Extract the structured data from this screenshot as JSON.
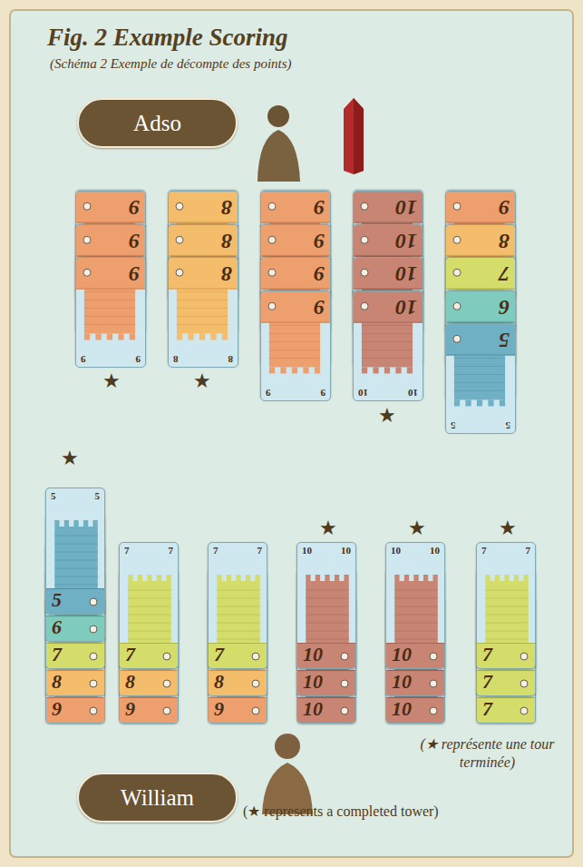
{
  "diagram": {
    "title": "Fig. 2 Example Scoring",
    "nodes": [
      {
        "text": [
          "Adso"
        ]
      },
      {
        "text": [
          "9"
        ]
      },
      {
        "text": [
          "9"
        ]
      },
      {
        "text": [
          "9",
          "9",
          "9"
        ]
      },
      {
        "text": [
          "8"
        ]
      },
      {
        "text": [
          "8"
        ]
      },
      {
        "text": [
          "8",
          "8",
          "8"
        ]
      },
      {
        "text": [
          "9"
        ]
      },
      {
        "text": [
          "9"
        ]
      },
      {
        "text": [
          "9"
        ]
      },
      {
        "text": [
          "9",
          "9",
          "9"
        ]
      },
      {
        "text": [
          "10"
        ]
      },
      {
        "text": [
          "10"
        ]
      },
      {
        "text": [
          "10"
        ]
      },
      {
        "text": [
          "10",
          "10",
          "10"
        ]
      },
      {
        "text": [
          "9"
        ]
      },
      {
        "text": [
          "8"
        ]
      },
      {
        "text": [
          "7"
        ]
      },
      {
        "text": [
          "6"
        ]
      },
      {
        "text": [
          "5",
          "5",
          "5"
        ]
      },
      {
        "text": [
          "5",
          "5",
          "5"
        ]
      },
      {
        "text": [
          "6"
        ]
      },
      {
        "text": [
          "7"
        ]
      },
      {
        "text": [
          "8"
        ]
      },
      {
        "text": [
          "9"
        ]
      },
      {
        "text": [
          "7",
          "7",
          "7"
        ]
      },
      {
        "text": [
          "8"
        ]
      },
      {
        "text": [
          "9"
        ]
      },
      {
        "text": [
          "7",
          "7",
          "7"
        ]
      },
      {
        "text": [
          "8"
        ]
      },
      {
        "text": [
          "9"
        ]
      },
      {
        "text": [
          "10",
          "10",
          "10"
        ]
      },
      {
        "text": [
          "10"
        ]
      },
      {
        "text": [
          "10"
        ]
      },
      {
        "text": [
          "10",
          "10",
          "10"
        ]
      },
      {
        "text": [
          "10"
        ]
      },
      {
        "text": [
          "10"
        ]
      },
      {
        "text": [
          "7",
          "7",
          "7"
        ]
      },
      {
        "text": [
          "7"
        ]
      },
      {
        "text": [
          "7"
        ]
      },
      {
        "text": [
          "William"
        ]
      }
    ],
    "labels": [
      "(Schéma 2 Exemple de décompte des points)",
      "★",
      "★",
      "★",
      "★",
      "★",
      "★",
      "★",
      "(★ représente une tour terminée)",
      "(★ represents a completed tower)"
    ]
  }
}
